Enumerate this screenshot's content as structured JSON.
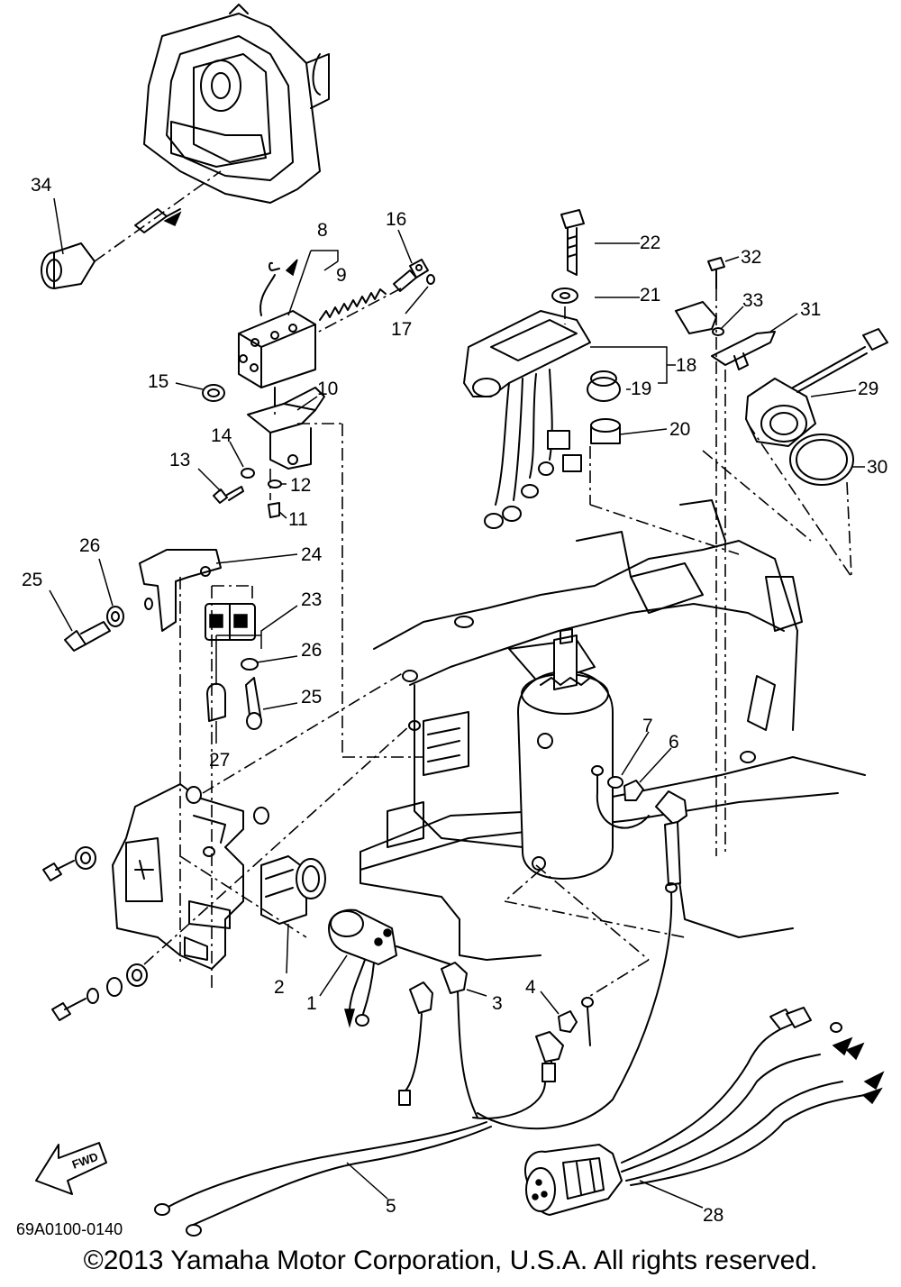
{
  "diagram": {
    "callouts": {
      "c1": "1",
      "c2": "2",
      "c3": "3",
      "c4": "4",
      "c5": "5",
      "c6": "6",
      "c7": "7",
      "c8": "8",
      "c9": "9",
      "c10": "10",
      "c11": "11",
      "c12": "12",
      "c13": "13",
      "c14": "14",
      "c15": "15",
      "c16": "16",
      "c17": "17",
      "c18": "18",
      "c19": "19",
      "c20": "20",
      "c21": "21",
      "c22": "22",
      "c23": "23",
      "c24": "24",
      "c25a": "25",
      "c25b": "25",
      "c26a": "26",
      "c26b": "26",
      "c27": "27",
      "c28": "28",
      "c29": "29",
      "c30": "30",
      "c31": "31",
      "c32": "32",
      "c33": "33",
      "c34": "34"
    },
    "fwd_label": "FWD",
    "drawing_code": "69A0100-0140",
    "copyright": "©2013 Yamaha Motor Corporation, U.S.A. All rights reserved."
  }
}
